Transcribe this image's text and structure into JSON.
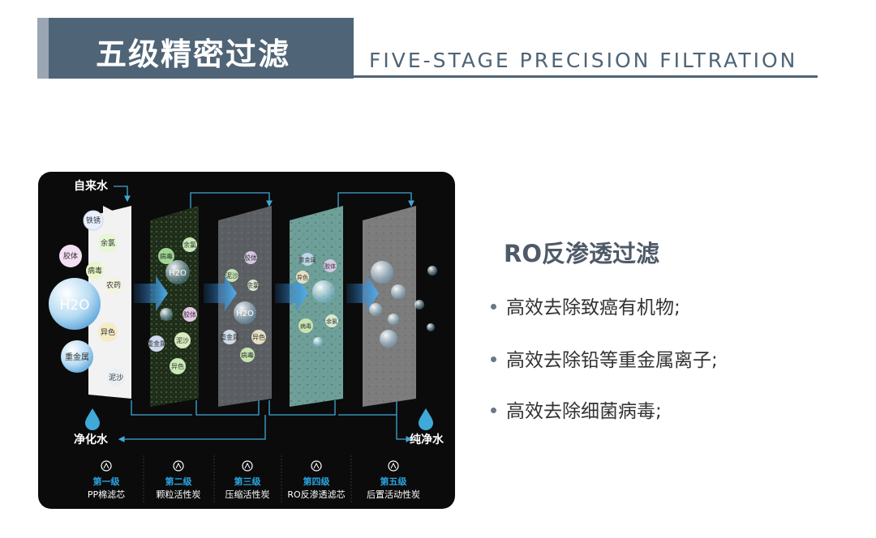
{
  "header": {
    "title": "五级精密过滤",
    "subtitle": "FIVE-STAGE PRECISION FILTRATION"
  },
  "diagram": {
    "input_label": "自来水",
    "mid_output_label": "净化水",
    "final_output_label": "纯净水",
    "molecule_h2o": "H2O",
    "stage1_particles": [
      "铁锈",
      "余氯",
      "胶体",
      "病毒",
      "农药",
      "H2O",
      "异色",
      "重金属",
      "泥沙"
    ],
    "stage2_particles": [
      "病毒",
      "余氯",
      "H2O",
      "胶体",
      "泥沙",
      "重金属",
      "异色"
    ],
    "stage3_particles": [
      "胶体",
      "泥沙",
      "余氯",
      "H2O",
      "重金属",
      "异色",
      "病毒"
    ],
    "stage4_particles": [
      "重金属",
      "胶体",
      "异色",
      "病毒",
      "余氯"
    ],
    "stages": [
      {
        "number": "第一级",
        "name": "PP棉滤芯"
      },
      {
        "number": "第二级",
        "name": "颗粒活性炭"
      },
      {
        "number": "第三级",
        "name": "压缩活性炭"
      },
      {
        "number": "第四级",
        "name": "RO反渗透滤芯"
      },
      {
        "number": "第五级",
        "name": "后置活动性炭"
      }
    ]
  },
  "info": {
    "title": "RO反渗透过滤",
    "bullets": [
      "高效去除致癌有机物;",
      "高效去除铅等重金属离子;",
      "高效去除细菌病毒;"
    ]
  },
  "colors": {
    "header_bg": "#4f6476",
    "header_accent": "#9aa6b3",
    "accent_cyan": "#3fa9d8",
    "stage_label": "#2aa4e0"
  }
}
